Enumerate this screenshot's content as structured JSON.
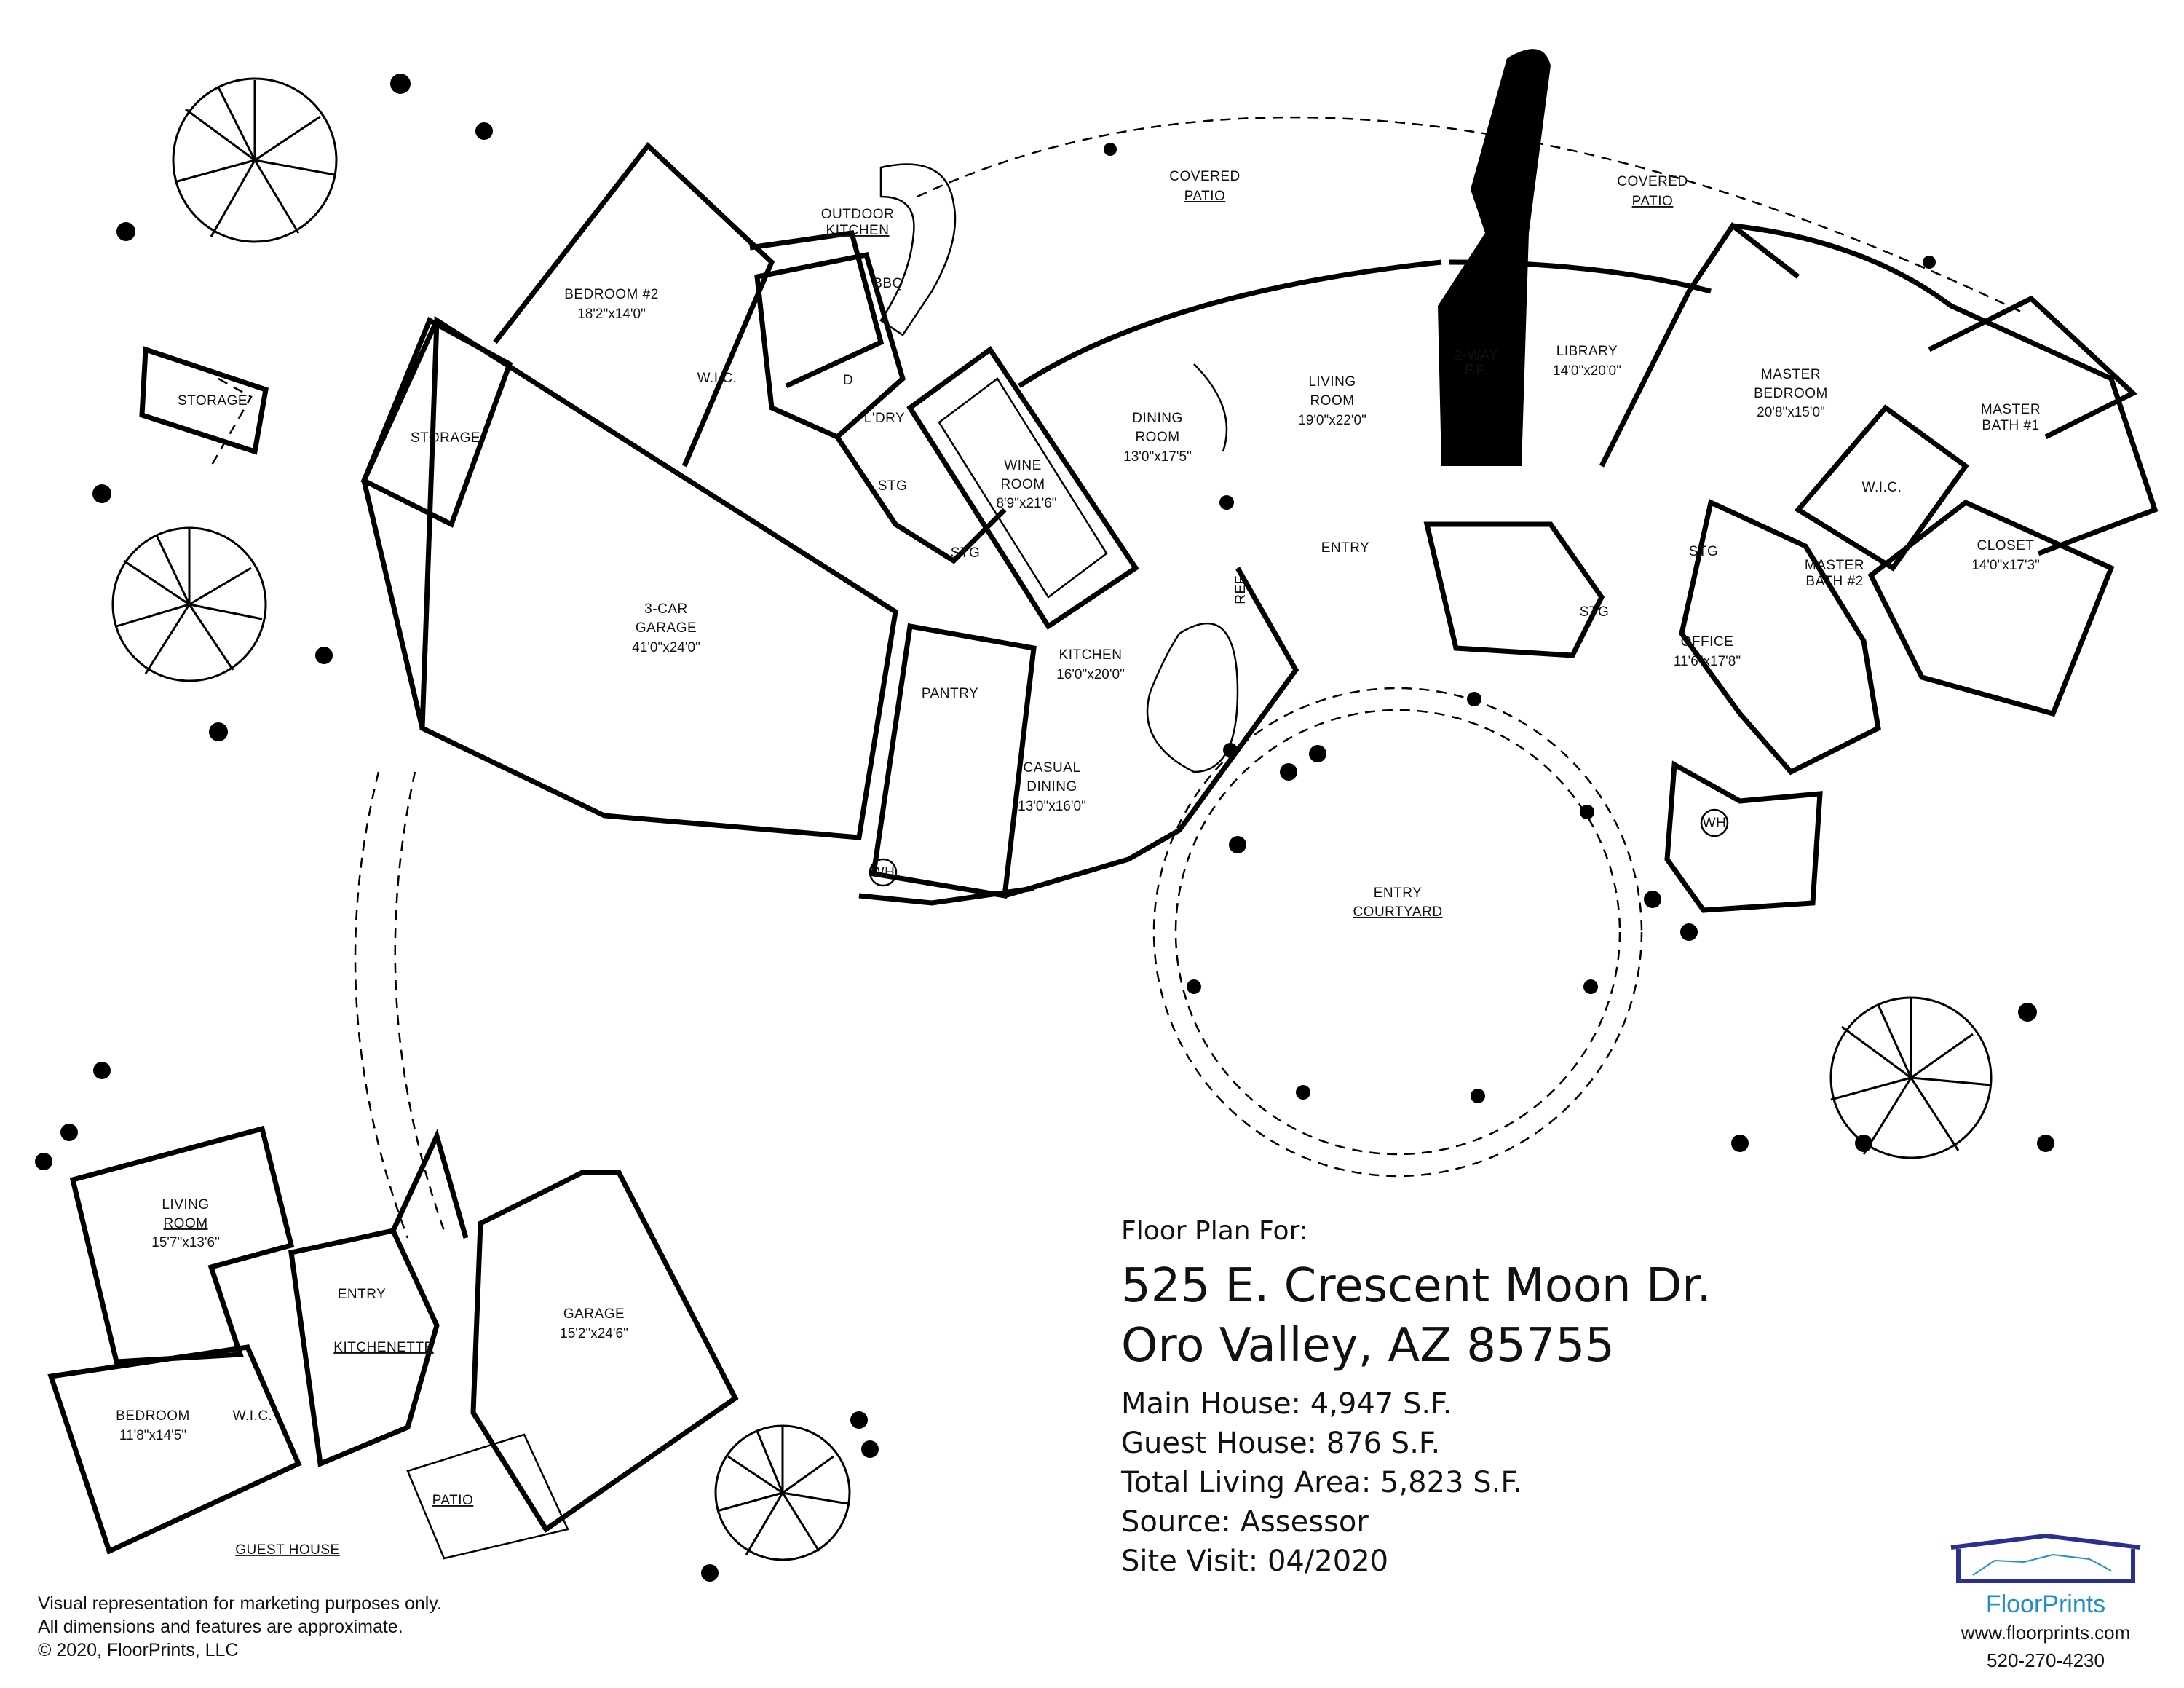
{
  "plan": {
    "rooms": {
      "covered_patio_1": [
        "COVERED",
        "PATIO"
      ],
      "covered_patio_2": [
        "COVERED",
        "PATIO"
      ],
      "outdoor_kitchen": [
        "OUTDOOR",
        "KITCHEN"
      ],
      "bbq": "BBQ",
      "bedroom2": {
        "name": "BEDROOM #2",
        "dim": "18'2\"x14'0\""
      },
      "wic1": "W.I.C.",
      "laundry": "L'DRY",
      "dryer": "D",
      "storage_detached": "STORAGE",
      "storage_garage": "STORAGE",
      "stg_1": "STG",
      "stg_2": "STG",
      "stg_3": "STG",
      "stg_4": "STG",
      "wine_room": {
        "name": [
          "WINE",
          "ROOM"
        ],
        "dim": "8'9\"x21'6\""
      },
      "dining_room": {
        "name": [
          "DINING",
          "ROOM"
        ],
        "dim": "13'0\"x17'5\""
      },
      "living_room": {
        "name": [
          "LIVING",
          "ROOM"
        ],
        "dim": "19'0\"x22'0\""
      },
      "fireplace": [
        "2-WAY",
        "F.P."
      ],
      "library": {
        "name": "LIBRARY",
        "dim": "14'0\"x20'0\""
      },
      "master_bedroom": {
        "name": [
          "MASTER",
          "BEDROOM"
        ],
        "dim": "20'8\"x15'0\""
      },
      "master_bath1": [
        "MASTER",
        "BATH #1"
      ],
      "wic_master": "W.I.C.",
      "closet": {
        "name": "CLOSET",
        "dim": "14'0\"x17'3\""
      },
      "master_bath2": [
        "MASTER",
        "BATH #2"
      ],
      "office": {
        "name": "OFFICE",
        "dim": "11'6\"x17'8\""
      },
      "entry_main": "ENTRY",
      "garage3": {
        "name": [
          "3-CAR",
          "GARAGE"
        ],
        "dim": "41'0\"x24'0\""
      },
      "kitchen": {
        "name": "KITCHEN",
        "dim": "16'0\"x20'0\""
      },
      "ref": "REF",
      "pantry": "PANTRY",
      "casual_dining": {
        "name": [
          "CASUAL",
          "DINING"
        ],
        "dim": "13'0\"x16'0\""
      },
      "wh_1": "WH",
      "wh_2": "WH",
      "entry_courtyard": [
        "ENTRY",
        "COURTYARD"
      ],
      "guest_living": {
        "name": [
          "LIVING",
          "ROOM"
        ],
        "dim": "15'7\"x13'6\""
      },
      "guest_entry": "ENTRY",
      "kitchenette": "KITCHENETTE",
      "guest_garage": {
        "name": "GARAGE",
        "dim": "15'2\"x24'6\""
      },
      "guest_bedroom": {
        "name": "BEDROOM",
        "dim": "11'8\"x14'5\""
      },
      "guest_wic": "W.I.C.",
      "guest_patio": "PATIO",
      "guest_house": "GUEST HOUSE"
    }
  },
  "info": {
    "prefix": "Floor Plan For:",
    "address_line1": "525 E. Crescent Moon Dr.",
    "address_line2": "Oro Valley, AZ  85755",
    "main_house": "Main House:  4,947 S.F.",
    "guest_house": "Guest House:  876 S.F.",
    "total_living": "Total Living Area:  5,823 S.F.",
    "source": "Source:  Assessor",
    "site_visit": "Site Visit:  04/2020"
  },
  "disclaimer": {
    "line1": "Visual representation for marketing purposes only.",
    "line2": "All dimensions and features are approximate.",
    "line3": "© 2020, FloorPrints, LLC"
  },
  "brand": {
    "name": "FloorPrints",
    "website": "www.floorprints.com",
    "phone": "520-270-4230",
    "accent_color": "#1f8fc9",
    "logo_color": "#2b2f8f"
  }
}
